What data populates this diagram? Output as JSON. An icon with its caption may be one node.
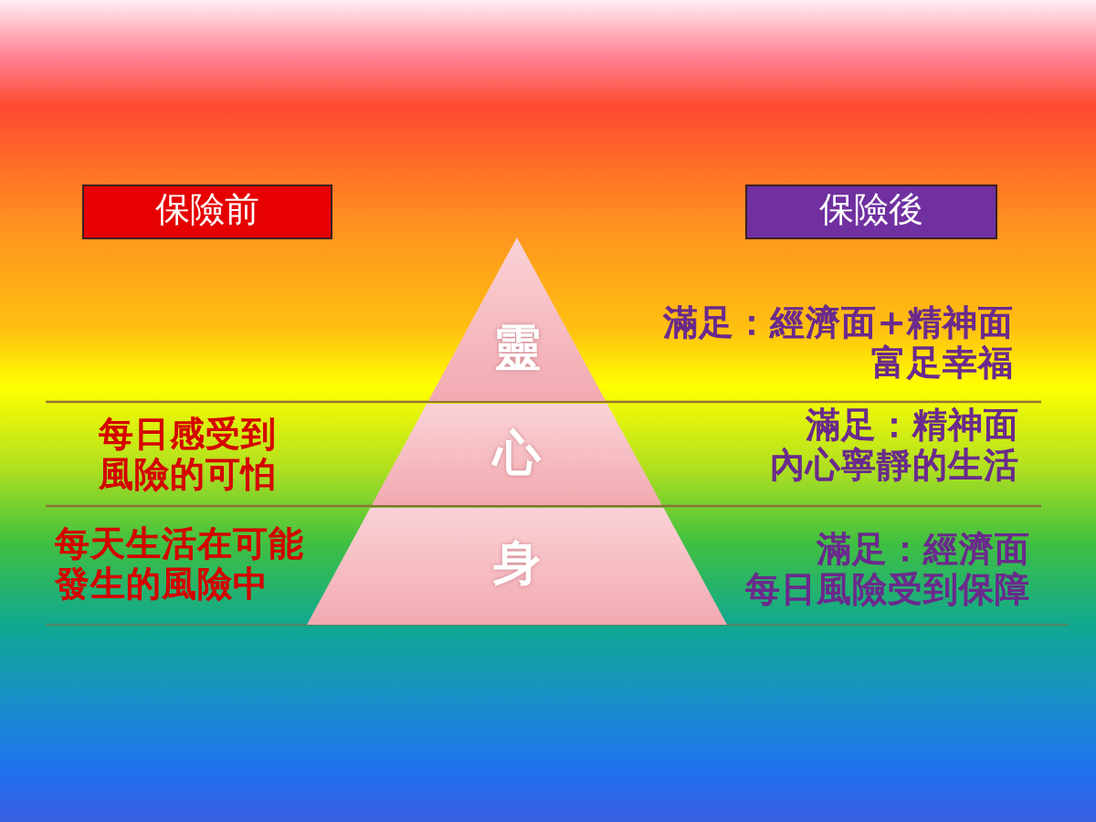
{
  "diagram": {
    "nodes": [
      {
        "text": [
          "保險前"
        ]
      },
      {
        "text": [
          "保險後"
        ]
      },
      {
        "text": [
          "靈"
        ]
      },
      {
        "text": [
          "心"
        ]
      },
      {
        "text": [
          "身"
        ]
      }
    ],
    "labels": [
      "滿足：經濟面+精神面富足幸福",
      "每日感受到風險的可怕",
      "滿足：精神面內心寧靜的生活",
      "每天生活在可能發生的風險中",
      "滿足：經濟面每日風險受到保障"
    ]
  }
}
